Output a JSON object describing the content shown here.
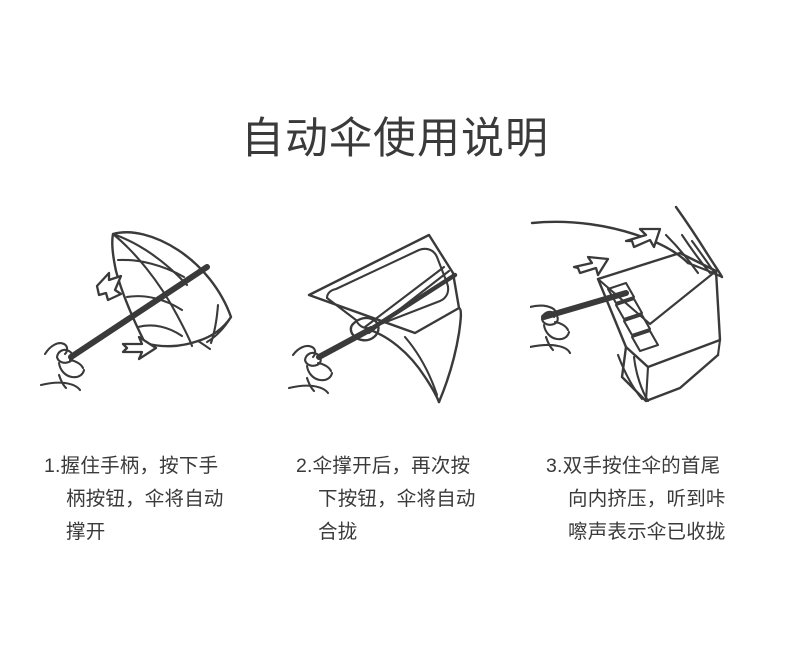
{
  "document": {
    "title": "自动伞使用说明",
    "background_color": "#ffffff",
    "ink_color": "#3a3a3a",
    "text_color": "#3a3a3a"
  },
  "steps": [
    {
      "number": "1",
      "illustration_name": "open-umbrella-with-hand-illustration",
      "illustration_description": "手握伞柄，伞已自动撑开，两个箭头表示撑开方向",
      "lines": [
        "1.握住手柄，按下手",
        "柄按钮，伞将自动",
        "撑开"
      ],
      "full_text": "1.握住手柄，按下手柄按钮，伞将自动撑开"
    },
    {
      "number": "2",
      "illustration_name": "closing-umbrella-with-hand-illustration",
      "illustration_description": "手握伞柄，伞面自动合拢",
      "lines": [
        "2.伞撑开后，再次按",
        "下按钮，伞将自动",
        "合拢"
      ],
      "full_text": "2.伞撑开后，再次按下按钮，伞将自动合拢"
    },
    {
      "number": "3",
      "illustration_name": "two-hands-compressing-umbrella-illustration",
      "illustration_description": "双手按住伞的首尾向内挤压，两个箭头表示挤压方向",
      "lines": [
        "3.双手按住伞的首尾",
        "向内挤压，听到咔",
        "嚓声表示伞已收拢"
      ],
      "full_text": "3.双手按住伞的首尾向内挤压，听到咔嚓声表示伞已收拢"
    }
  ]
}
